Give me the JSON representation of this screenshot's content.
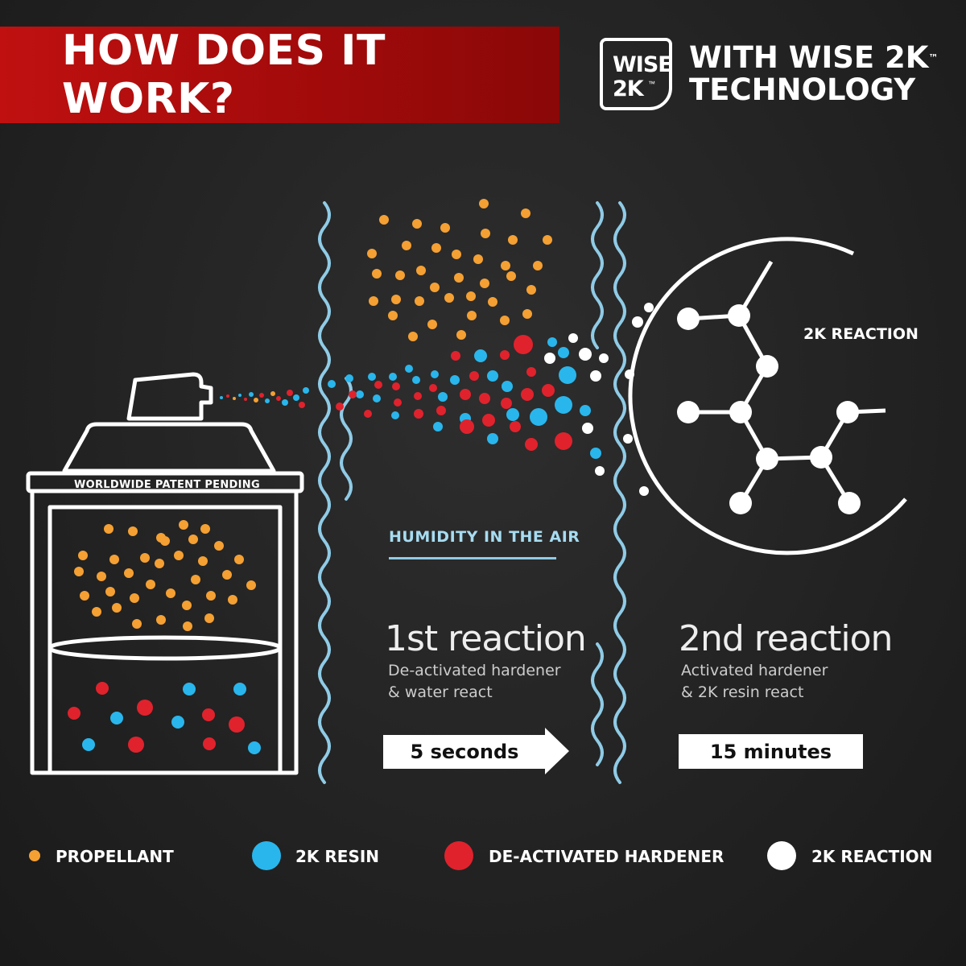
{
  "header": {
    "title": "HOW DOES IT WORK?",
    "logo_line1": "WISE",
    "logo_line2": "2K",
    "logo_tm": "™",
    "tech_line1": "WITH WISE 2K",
    "tech_tm": "™",
    "tech_line2": "TECHNOLOGY"
  },
  "can": {
    "patent_label": "WORLDWIDE PATENT PENDING"
  },
  "humidity_label": "HUMIDITY IN THE AIR",
  "reaction_circle_label": "2K REACTION",
  "stages": {
    "first": {
      "title": "1st reaction",
      "desc_line1": "De-activated hardener",
      "desc_line2": "& water react",
      "time": "5 seconds"
    },
    "second": {
      "title": "2nd reaction",
      "desc_line1": "Activated hardener",
      "desc_line2": "& 2K resin react",
      "time": "15 minutes"
    }
  },
  "legend": [
    {
      "label": "PROPELLANT",
      "color": "#f5a033"
    },
    {
      "label": "2K RESIN",
      "color": "#29b6ec"
    },
    {
      "label": "DE-ACTIVATED HARDENER",
      "color": "#e0222d"
    },
    {
      "label": "2K REACTION",
      "color": "#ffffff"
    }
  ],
  "colors": {
    "banner": "#b00c0c",
    "propellant": "#f5a033",
    "resin": "#29b6ec",
    "hardener": "#e0222d",
    "reaction": "#ffffff",
    "humidity": "#8fcbe6"
  }
}
